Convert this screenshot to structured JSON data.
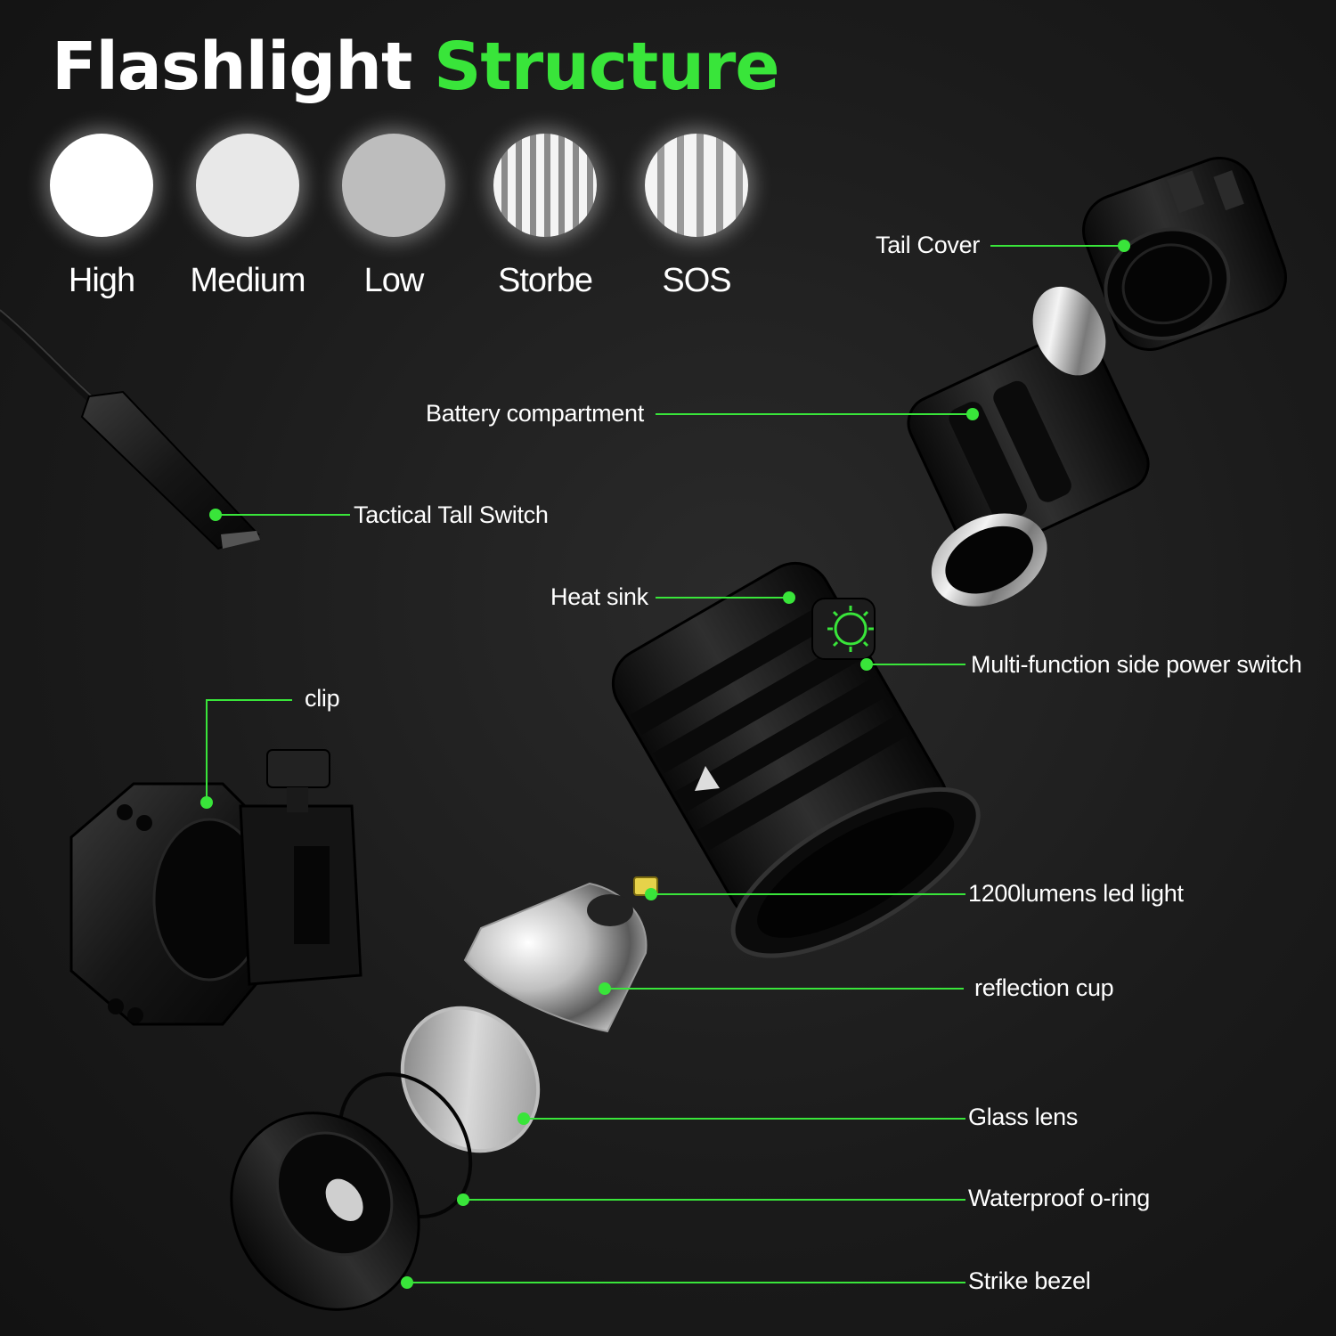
{
  "title": {
    "part1": "Flashlight",
    "part2": "Structure"
  },
  "modes": [
    {
      "label": "High"
    },
    {
      "label": "Medium"
    },
    {
      "label": "Low"
    },
    {
      "label": "Storbe"
    },
    {
      "label": "SOS"
    }
  ],
  "labels": {
    "tail_cover": "Tail Cover",
    "battery_compartment": "Battery compartment",
    "tactical_switch": "Tactical Tall Switch",
    "heat_sink": "Heat sink",
    "side_switch": "Multi-function side power switch",
    "clip": "clip",
    "led_light": "1200lumens led light",
    "reflection_cup": "reflection cup",
    "glass_lens": "Glass lens",
    "o_ring": "Waterproof o-ring",
    "strike_bezel": "Strike bezel"
  },
  "colors": {
    "accent": "#39e53a",
    "background": "#1b1b1b",
    "text": "#ffffff"
  }
}
